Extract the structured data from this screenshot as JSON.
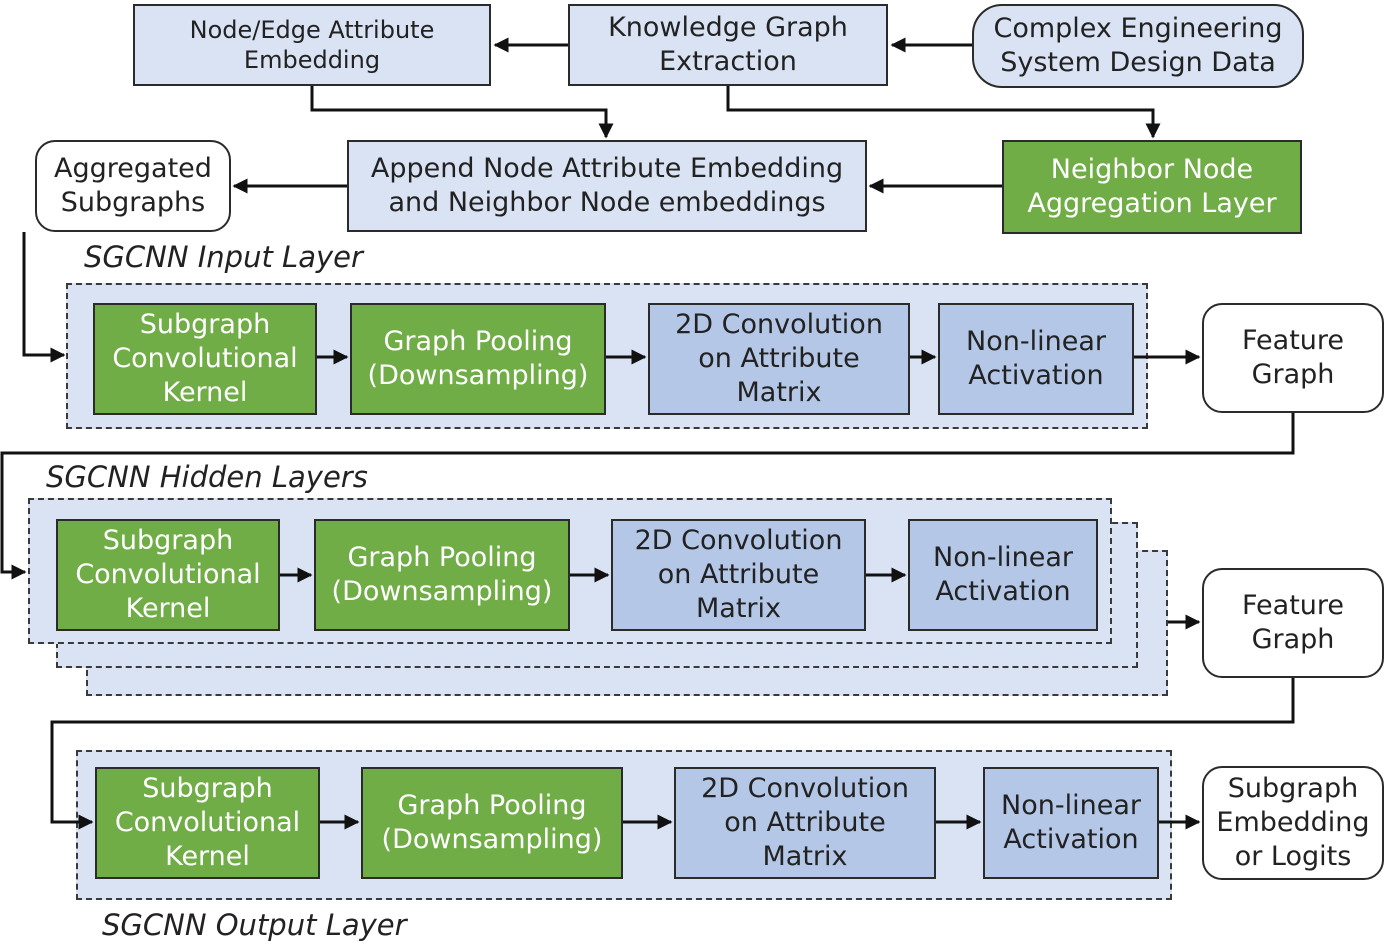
{
  "nodes": {
    "node_edge_embedding": "Node/Edge Attribute\nEmbedding",
    "kg_extraction": "Knowledge Graph\nExtraction",
    "design_data": "Complex Engineering\nSystem  Design Data",
    "append_embedding": "Append Node Attribute Embedding\nand Neighbor Node embeddings",
    "neighbor_aggregation": "Neighbor Node\nAggregation Layer",
    "aggregated_subgraphs": "Aggregated\nSubgraphs",
    "feature_graph_1": "Feature\nGraph",
    "feature_graph_2": "Feature\nGraph",
    "subgraph_output": "Subgraph\nEmbedding\nor Logits"
  },
  "layer_blocks": {
    "subgraph_kernel": "Subgraph\nConvolutional\nKernel",
    "graph_pooling": "Graph Pooling\n(Downsampling)",
    "conv2d": "2D Convolution\non Attribute\nMatrix",
    "nonlinear": "Non-linear\nActivation"
  },
  "layers": {
    "input_label": "SGCNN Input Layer",
    "hidden_label": "SGCNN Hidden Layers",
    "output_label": "SGCNN Output Layer"
  },
  "colors": {
    "green": "#70ad47",
    "blue": "#b4c7e7",
    "light_blue": "#dae3f3",
    "border": "#2b2b2b"
  }
}
